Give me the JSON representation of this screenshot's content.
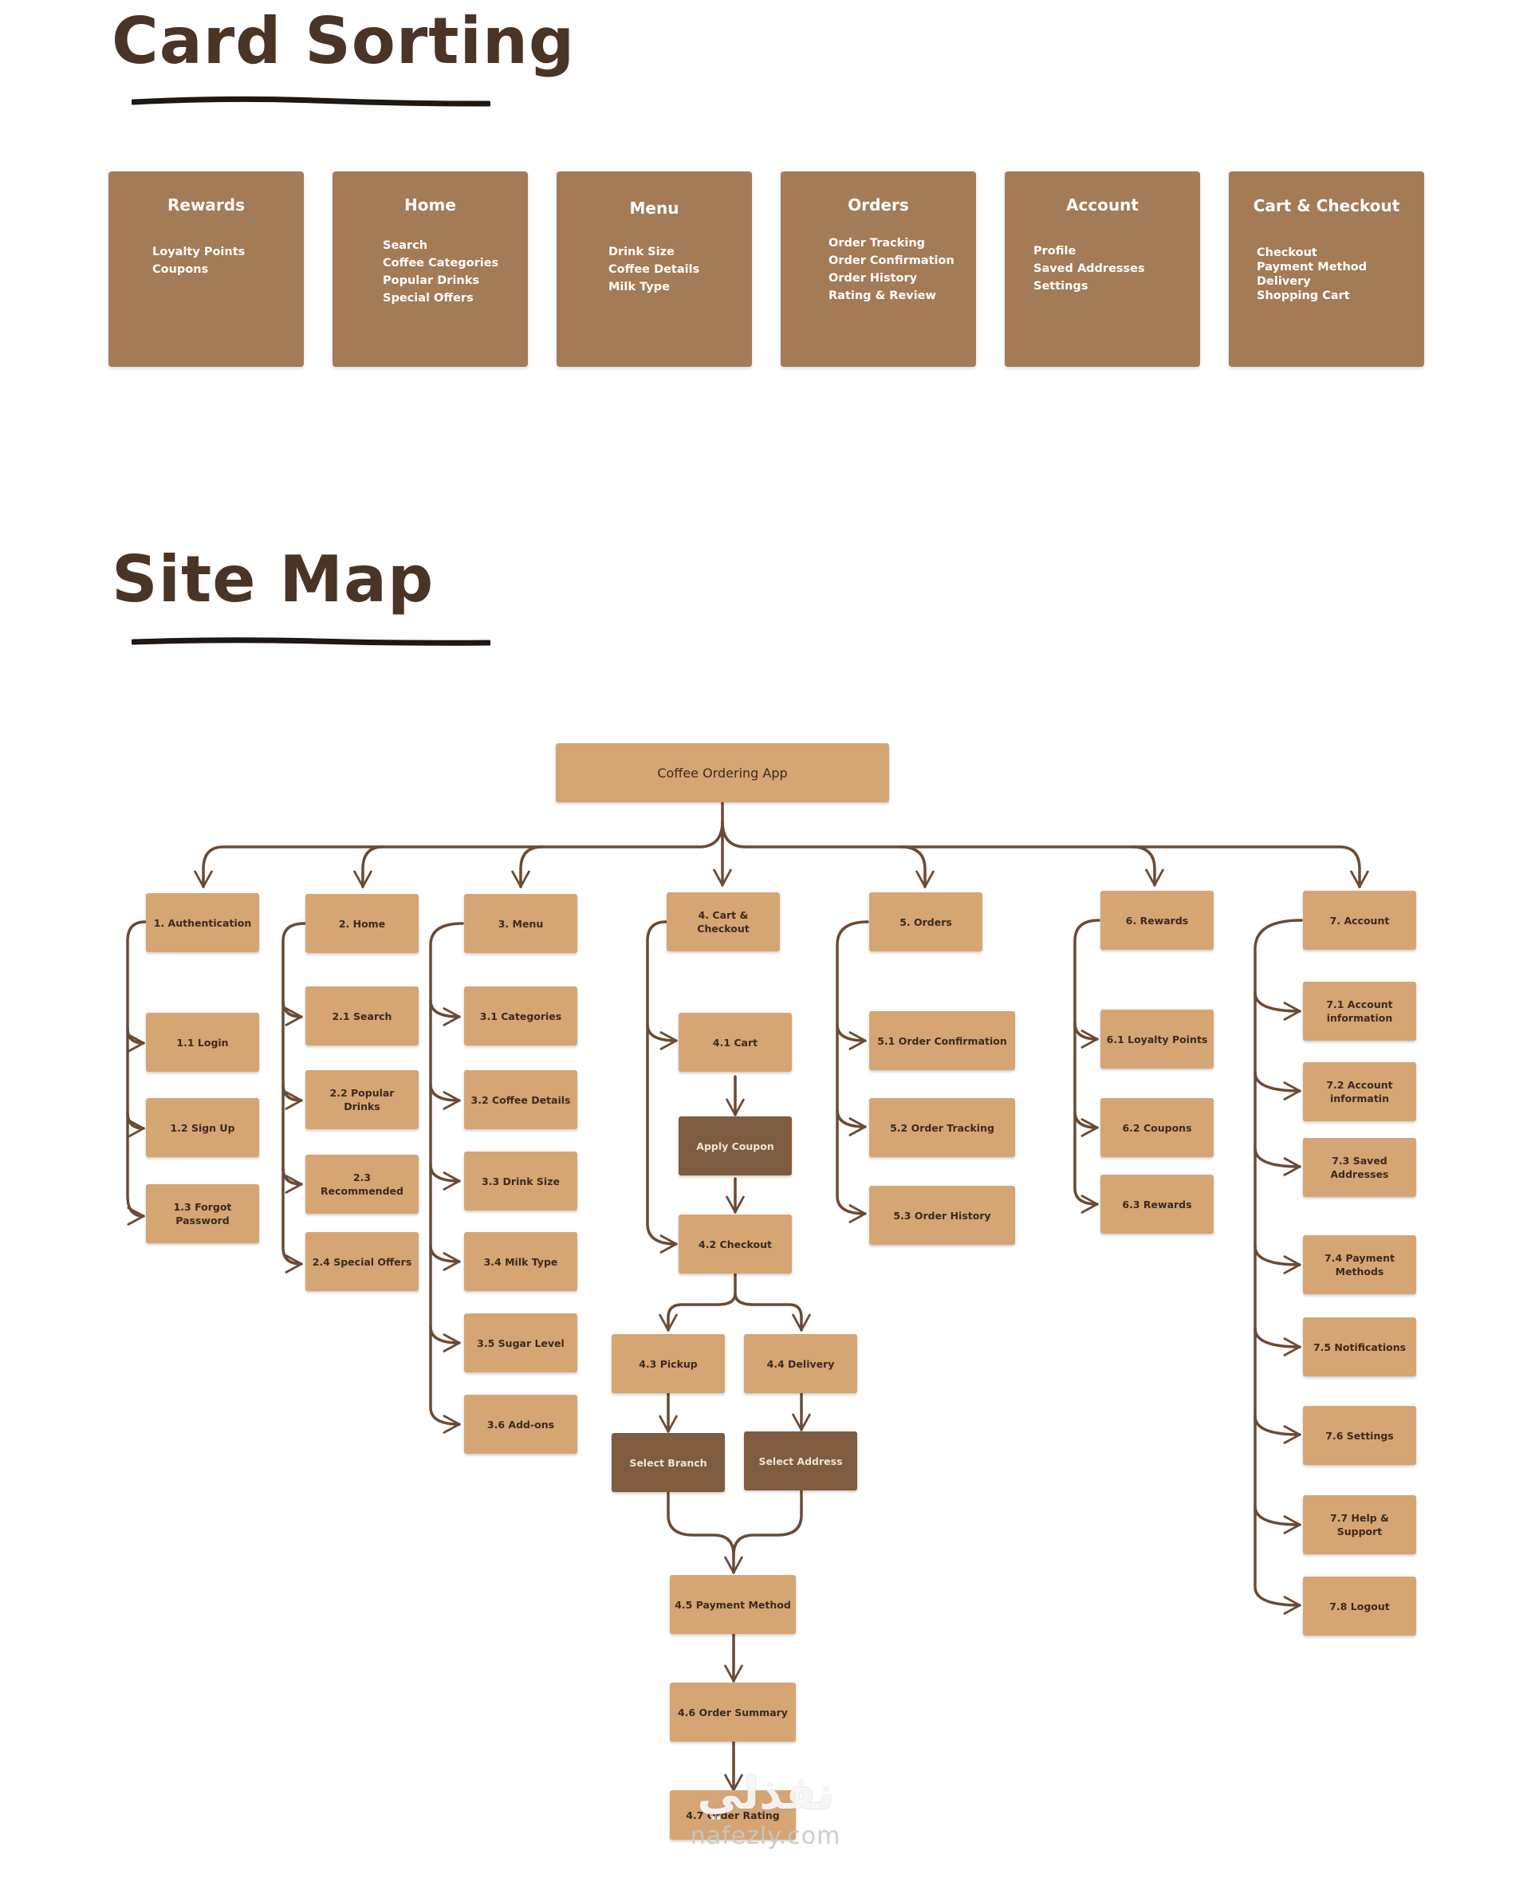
{
  "card_sorting": {
    "title": "Card Sorting",
    "cards": [
      {
        "title": "Rewards",
        "items": [
          "Loyalty Points",
          "Coupons"
        ]
      },
      {
        "title": "Home",
        "items": [
          "Search",
          "Coffee Categories",
          "Popular Drinks",
          "Special Offers"
        ]
      },
      {
        "title": "Menu",
        "items": [
          "Drink Size",
          "Coffee Details",
          "Milk Type"
        ]
      },
      {
        "title": "Orders",
        "items": [
          "Order Tracking",
          "Order Confirmation",
          "Order History",
          "Rating & Review"
        ]
      },
      {
        "title": "Account",
        "items": [
          "Profile",
          "Saved Addresses",
          "Settings"
        ]
      },
      {
        "title": "Cart & Checkout",
        "items": [
          "Checkout",
          "Payment Method",
          "Delivery",
          "Shopping Cart"
        ]
      }
    ]
  },
  "site_map": {
    "title": "Site Map",
    "root": "Coffee Ordering App",
    "sections": [
      {
        "label": "1. Authentication",
        "children": [
          "1.1 Login",
          "1.2 Sign Up",
          "1.3 Forgot Password"
        ]
      },
      {
        "label": "2. Home",
        "children": [
          "2.1 Search",
          "2.2 Popular Drinks",
          "2.3 Recommended",
          "2.4 Special Offers"
        ]
      },
      {
        "label": "3. Menu",
        "children": [
          "3.1 Categories",
          "3.2 Coffee Details",
          "3.3 Drink Size",
          "3.4 Milk Type",
          "3.5 Sugar Level",
          "3.6 Add-ons"
        ]
      },
      {
        "label": "4. Cart & Checkout",
        "flow": {
          "cart": "4.1 Cart",
          "coupon": "Apply Coupon",
          "checkout": "4.2 Checkout",
          "pickup": "4.3 Pickup",
          "delivery": "4.4 Delivery",
          "branch": "Select Branch",
          "address": "Select Address",
          "payment": "4.5 Payment Method",
          "summary": "4.6 Order Summary",
          "rating": "4.7 Order Rating"
        }
      },
      {
        "label": "5. Orders",
        "children": [
          "5.1 Order Confirmation",
          "5.2 Order Tracking",
          "5.3 Order History"
        ]
      },
      {
        "label": "6. Rewards",
        "children": [
          "6.1 Loyalty Points",
          "6.2 Coupons",
          "6.3 Rewards"
        ]
      },
      {
        "label": "7. Account",
        "children": [
          "7.1 Account information",
          "7.2 Account informatin",
          "7.3 Saved Addresses",
          "7.4 Payment Methods",
          "7.5 Notifications",
          "7.6 Settings",
          "7.7 Help & Support",
          "7.8 Logout"
        ]
      }
    ]
  },
  "watermark": {
    "arabic": "نفذلي",
    "latin": "nafezly.com"
  },
  "colors": {
    "card": "#a37b56",
    "node": "#d6a574",
    "node_dark": "#7d5c40",
    "line": "#6b4a34",
    "heading": "#4a3426"
  }
}
